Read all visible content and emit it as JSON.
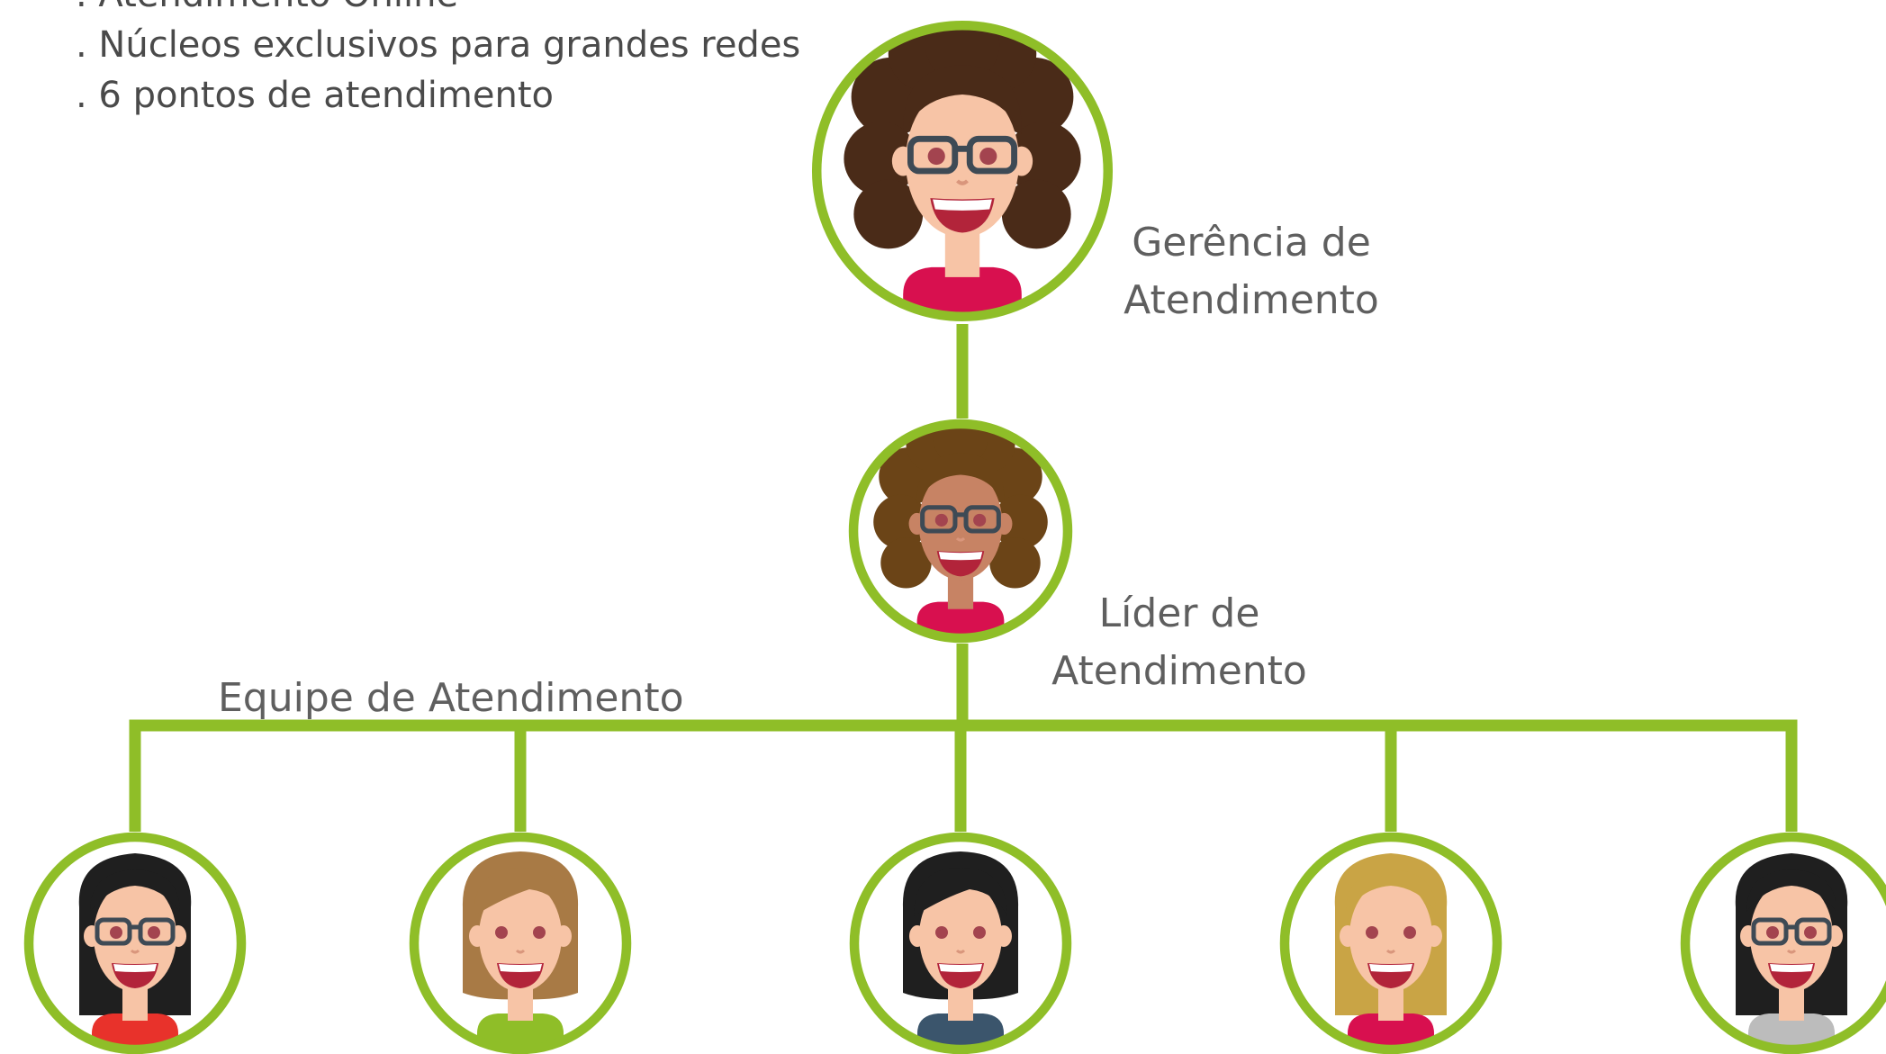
{
  "features": [
    ". Atendimento Online",
    ". Núcleos exclusivos para grandes redes",
    ". 6 pontos de atendimento"
  ],
  "roles": {
    "manager": {
      "line1": "Gerência de",
      "line2": "Atendimento"
    },
    "leader": {
      "line1": "Líder de",
      "line2": "Atendimento"
    },
    "team": "Equipe de Atendimento"
  },
  "colors": {
    "accent": "#8fbe28",
    "text": "#5f5f5f",
    "skin": "#f7c4a6",
    "skin_dark": "#c78364",
    "eye": "#a3444f",
    "mouth": "#b2243a",
    "glasses": "#3e4a55"
  },
  "avatars": [
    {
      "id": "manager",
      "hair": "#4a2b18",
      "shirt": "#d8104f",
      "glasses": true,
      "hairStyle": "curly",
      "skinTone": "light"
    },
    {
      "id": "leader",
      "hair": "#6b4417",
      "shirt": "#d8104f",
      "glasses": true,
      "hairStyle": "curly",
      "skinTone": "dark"
    },
    {
      "id": "team-1",
      "hair": "#1f1f1f",
      "shirt": "#e8322b",
      "glasses": true,
      "hairStyle": "long",
      "skinTone": "light"
    },
    {
      "id": "team-2",
      "hair": "#a87a45",
      "shirt": "#8fbe28",
      "glasses": false,
      "hairStyle": "bob",
      "skinTone": "light"
    },
    {
      "id": "team-3",
      "hair": "#1f1f1f",
      "shirt": "#3b556c",
      "glasses": false,
      "hairStyle": "bob",
      "skinTone": "light"
    },
    {
      "id": "team-4",
      "hair": "#c9a445",
      "shirt": "#d8104f",
      "glasses": false,
      "hairStyle": "long",
      "skinTone": "light"
    },
    {
      "id": "team-5",
      "hair": "#1f1f1f",
      "shirt": "#bcbcbc",
      "glasses": true,
      "hairStyle": "long",
      "skinTone": "light"
    }
  ]
}
